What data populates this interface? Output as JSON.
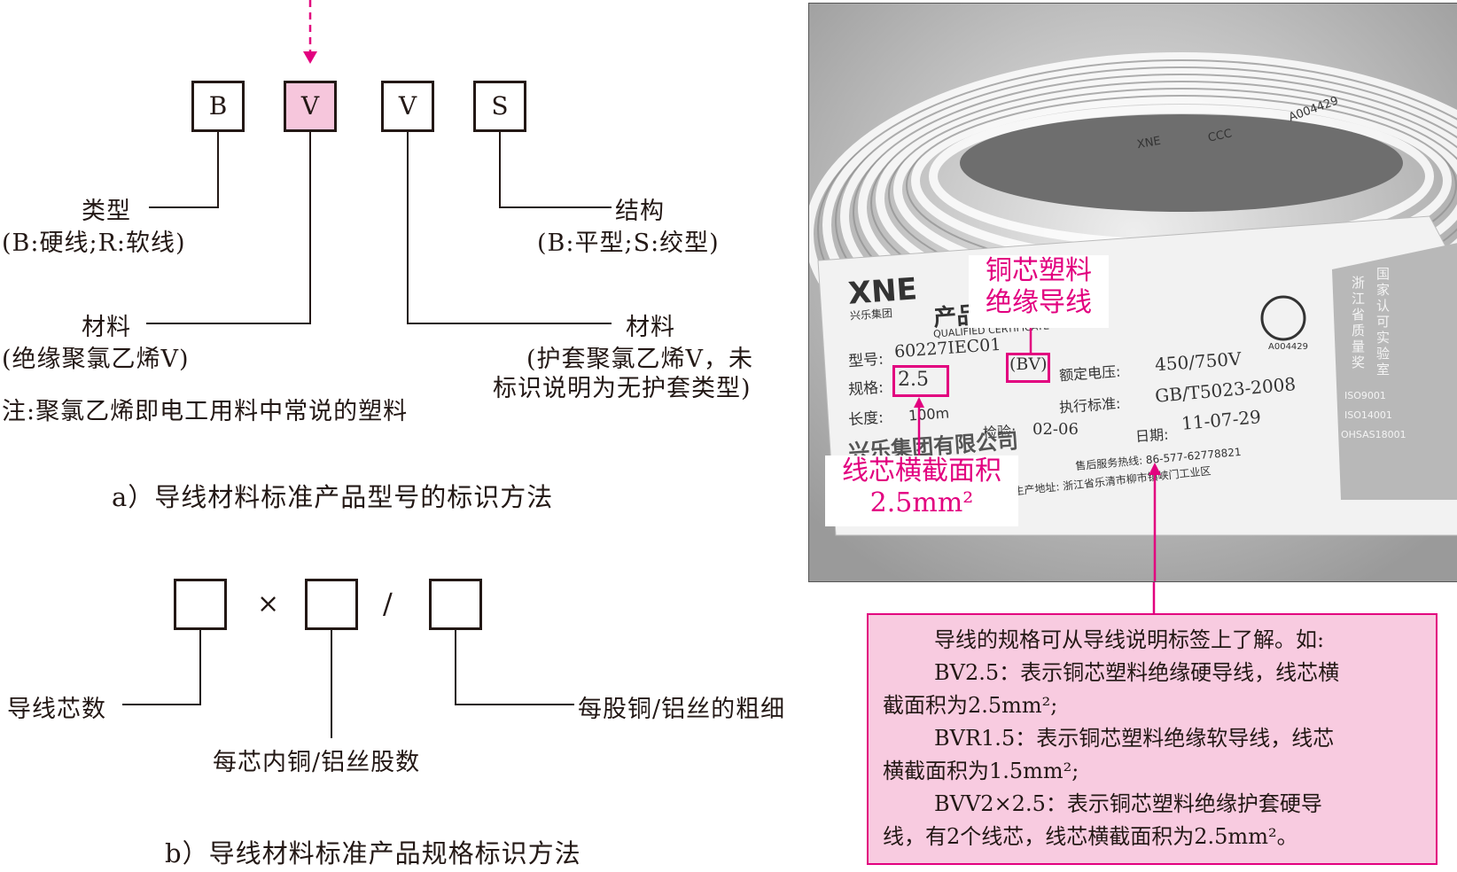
{
  "diagram_a": {
    "boxes": [
      "B",
      "V",
      "V",
      "S"
    ],
    "type_label": "类型",
    "type_note": "(B:硬线;R:软线)",
    "structure_label": "结构",
    "structure_note": "(B:平型;S:绞型)",
    "material1_label": "材料",
    "material1_note": "(绝缘聚氯乙烯V)",
    "material2_label": "材料",
    "material2_note_line1": "(护套聚氯乙烯V，未",
    "material2_note_line2": "标识说明为无护套类型)",
    "footnote": "注:聚氯乙烯即电工用料中常说的塑料",
    "caption": "a）导线材料标准产品型号的标识方法"
  },
  "diagram_b": {
    "times_symbol": "×",
    "slash_symbol": "/",
    "cores_label": "导线芯数",
    "strands_label": "每芯内铜/铝丝股数",
    "thickness_label": "每股铜/铝丝的粗细",
    "caption": "b）导线材料标准产品规格标识方法"
  },
  "photo": {
    "brand": "XNE",
    "brand_cn": "兴乐集团",
    "cert_title": "产品合格证",
    "cert_en": "QUALIFIED CERTIFICATE",
    "ccc_code": "A004429",
    "model_label": "型号:",
    "model_value": "60227IEC01",
    "model_code": "(BV)",
    "spec_label": "规格:",
    "spec_value": "2.5",
    "voltage_label": "额定电压:",
    "voltage_value": "450/750V",
    "length_label": "长度:",
    "length_value": "100m",
    "standard_label": "执行标准:",
    "standard_value": "GB/T5023-2008",
    "inspect_label": "检验:",
    "inspect_value": "02-06",
    "date_label": "日期:",
    "date_value": "11-07-29",
    "company": "兴乐集团有限公司",
    "hotline": "售后服务热线: 86-577-62778821",
    "address": "生产地址: 浙江省乐清市柳市镇峡门工业区",
    "side_award_1": "浙江省质量奖",
    "side_award_2": "国家认可实验室",
    "iso_1": "ISO9001",
    "iso_2": "ISO14001",
    "iso_3": "OHSAS18001",
    "cable_print_1": "XNE",
    "cable_print_2": "CCC",
    "cable_print_3": "A004429",
    "callout_bv": [
      "铜芯塑料",
      "绝缘导线"
    ],
    "callout_area_line1": "线芯横截面积",
    "callout_area_line2": "2.5mm²"
  },
  "info": {
    "line1": "导线的规格可从导线说明标签上了解。如:",
    "line2": "BV2.5：表示铜芯塑料绝缘硬导线，线芯横",
    "line3": "截面积为2.5mm²;",
    "line4": "BVR1.5：表示铜芯塑料绝缘软导线，线芯",
    "line5": "横截面积为1.5mm²;",
    "line6": "BVV2×2.5：表示铜芯塑料绝缘护套硬导",
    "line7": "线，有2个线芯，线芯横截面积为2.5mm²。"
  },
  "colors": {
    "accent": "#e2007f",
    "box_pink": "#f6c6dc",
    "info_bg": "#f8cbe0"
  }
}
